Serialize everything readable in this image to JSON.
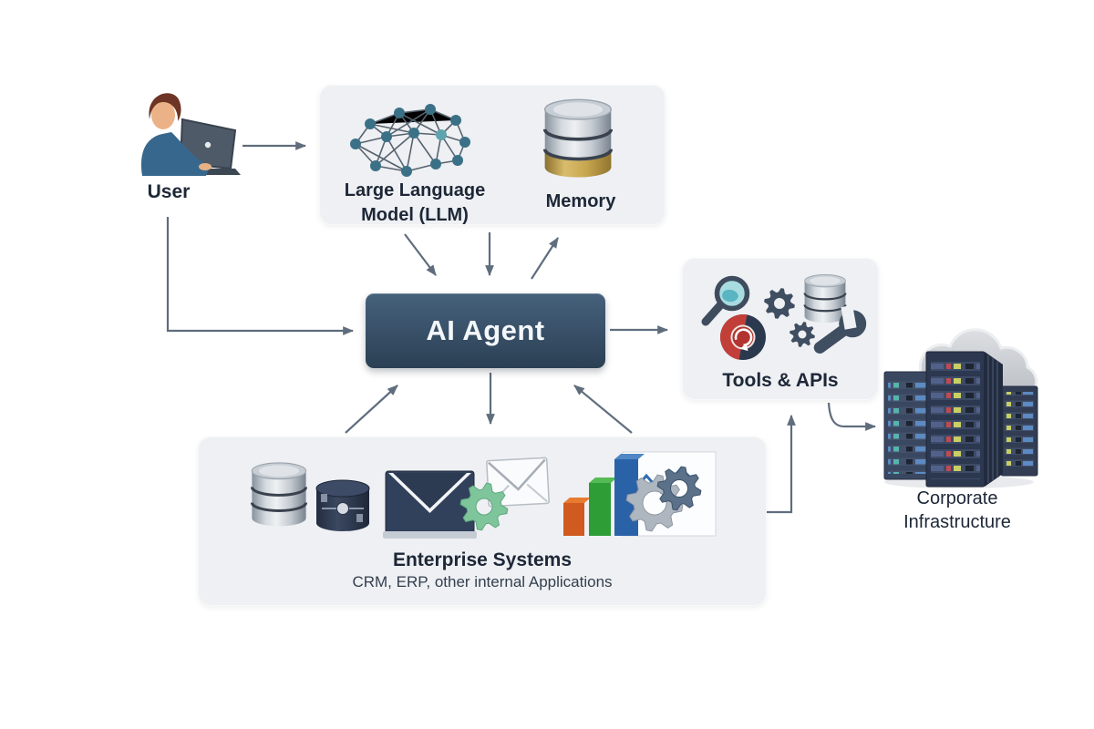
{
  "nodes": {
    "user": {
      "label": "User",
      "icon": "person-at-laptop-icon"
    },
    "llm": {
      "label": "Large Language Model (LLM)",
      "icon": "neural-network-icon"
    },
    "memory": {
      "label": "Memory",
      "icon": "database-icon"
    },
    "ai_agent": {
      "label": "AI Agent"
    },
    "tools": {
      "label": "Tools & APIs",
      "icons": [
        "magnifier-icon",
        "gear-icon",
        "database-icon",
        "sync-badge-icon",
        "wrench-gear-icon"
      ]
    },
    "enterprise": {
      "title": "Enterprise Systems",
      "subtitle": "CRM, ERP, other internal Applications",
      "icons": [
        "databases-icon",
        "email-gear-icon",
        "bar-chart-gears-icon"
      ]
    },
    "infrastructure": {
      "label": "Corporate Infrastructure",
      "icon": "server-racks-cloud-icon"
    }
  },
  "edges": [
    {
      "from": "user",
      "to": "llm"
    },
    {
      "from": "user",
      "to": "ai_agent"
    },
    {
      "from": "llm",
      "to": "ai_agent",
      "note": "left diagonal"
    },
    {
      "from": "llm",
      "to": "ai_agent",
      "note": "center vertical"
    },
    {
      "from": "ai_agent",
      "to": "memory"
    },
    {
      "from": "llm",
      "to": "memory",
      "note": "inside panel"
    },
    {
      "from": "ai_agent",
      "to": "tools"
    },
    {
      "from": "ai_agent",
      "to": "enterprise"
    },
    {
      "from": "enterprise",
      "to": "ai_agent",
      "note": "left diagonal"
    },
    {
      "from": "enterprise",
      "to": "ai_agent",
      "note": "right diagonal"
    },
    {
      "from": "enterprise",
      "to": "tools"
    },
    {
      "from": "tools",
      "to": "infrastructure"
    }
  ],
  "colors": {
    "background": "#ffffff",
    "panel_bg": "#eef0f3",
    "arrow": "#5f6d7d",
    "text_dark": "#1d2737",
    "text_muted": "#333f4e",
    "agent_top": "#46617c",
    "agent_bottom": "#2b4054",
    "agent_text": "#f4f7fa",
    "network_node": "#3b7187",
    "gold": "#c8a74f",
    "navy": "#2e3a50",
    "green_gear": "#7fc59b",
    "bar_orange": "#d05a1f",
    "bar_green": "#2e9d36",
    "bar_blue": "#2a62a8",
    "red_badge": "#c23f39",
    "steel_gear": "#5b7089"
  }
}
